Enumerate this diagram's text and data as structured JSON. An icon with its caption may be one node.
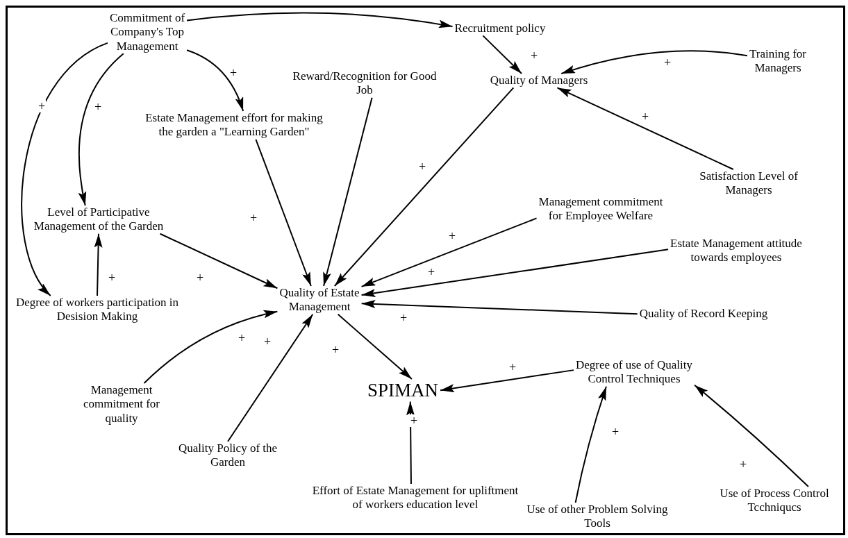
{
  "diagram": {
    "nodes": [
      {
        "text": [
          "Commitment of Company's Top Management"
        ]
      },
      {
        "text": [
          "Recruitment policy"
        ]
      },
      {
        "text": [
          "Training for Managers"
        ]
      },
      {
        "text": [
          "Reward/Recognition for Good Job"
        ]
      },
      {
        "text": [
          "Quality of Managers"
        ]
      },
      {
        "text": [
          "Estate Management effort for making the garden a \"Learning Garden\""
        ]
      },
      {
        "text": [
          "Level of Participative Management of the Garden"
        ]
      },
      {
        "text": [
          "Satisfaction Level of Managers"
        ]
      },
      {
        "text": [
          "Management commitment for Employee Welfare"
        ]
      },
      {
        "text": [
          "Estate Management attitude towards employees"
        ]
      },
      {
        "text": [
          "Degree of workers participation in Desision Making"
        ]
      },
      {
        "text": [
          "Quality of Estate Management"
        ]
      },
      {
        "text": [
          "Quality of Record Keeping"
        ]
      },
      {
        "text": [
          "Management commitment for quality"
        ]
      },
      {
        "text": [
          "Degree of use of Quality Control Techniques"
        ]
      },
      {
        "text": [
          "SPIMAN"
        ]
      },
      {
        "text": [
          "Quality Policy of the Garden"
        ]
      },
      {
        "text": [
          "Effort of Estate Management for upliftment of workers education level"
        ]
      },
      {
        "text": [
          "Use of other Problem Solving Tools"
        ]
      },
      {
        "text": [
          "Use of Process Control Tcchniqucs"
        ]
      }
    ],
    "edges": [
      {
        "from": 0,
        "to": 1,
        "arrow": "to"
      },
      {
        "from": 1,
        "to": 4,
        "arrow": "to",
        "label": "+"
      },
      {
        "from": 2,
        "to": 4,
        "arrow": "to",
        "label": "+"
      },
      {
        "from": 7,
        "to": 4,
        "arrow": "to",
        "label": "+"
      },
      {
        "from": 0,
        "to": 5,
        "arrow": "to",
        "label": "+"
      },
      {
        "from": 0,
        "to": 6,
        "arrow": "to",
        "label": "+"
      },
      {
        "from": 0,
        "to": 10,
        "arrow": "to",
        "label": "+"
      },
      {
        "from": 10,
        "to": 6,
        "arrow": "to",
        "label": "+"
      },
      {
        "from": 5,
        "to": 11,
        "arrow": "to",
        "label": "+"
      },
      {
        "from": 3,
        "to": 11,
        "arrow": "to"
      },
      {
        "from": 4,
        "to": 11,
        "arrow": "to",
        "label": "+"
      },
      {
        "from": 8,
        "to": 11,
        "arrow": "to",
        "label": "+"
      },
      {
        "from": 9,
        "to": 11,
        "arrow": "to",
        "label": "+"
      },
      {
        "from": 12,
        "to": 11,
        "arrow": "to",
        "label": "+"
      },
      {
        "from": 6,
        "to": 11,
        "arrow": "to",
        "label": "+"
      },
      {
        "from": 13,
        "to": 11,
        "arrow": "to",
        "label": "+"
      },
      {
        "from": 16,
        "to": 11,
        "arrow": "to",
        "label": "+"
      },
      {
        "from": 11,
        "to": 15,
        "arrow": "to",
        "label": "+"
      },
      {
        "from": 14,
        "to": 15,
        "arrow": "to",
        "label": "+"
      },
      {
        "from": 17,
        "to": 15,
        "arrow": "to",
        "label": "+"
      },
      {
        "from": 18,
        "to": 14,
        "arrow": "to",
        "label": "+"
      },
      {
        "from": 19,
        "to": 14,
        "arrow": "to",
        "label": "+"
      }
    ]
  }
}
